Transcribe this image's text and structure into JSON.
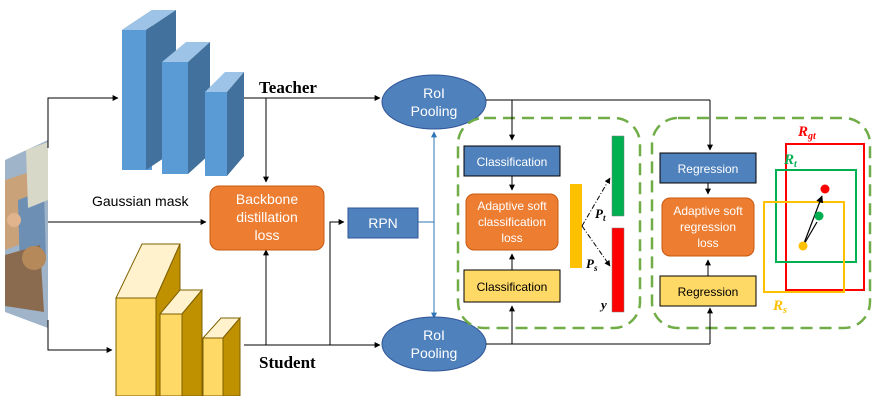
{
  "labels": {
    "teacher": "Teacher",
    "student": "Student",
    "gaussian_mask": "Gaussian mask",
    "backbone_line1": "Backbone",
    "backbone_line2": "distillation",
    "backbone_line3": "loss",
    "rpn": "RPN",
    "roi_top_line1": "RoI",
    "roi_top_line2": "Pooling",
    "roi_bottom_line1": "RoI",
    "roi_bottom_line2": "Pooling",
    "cls_top": "Classification",
    "cls_bottom": "Classification",
    "adaptive_cls_line1": "Adaptive soft",
    "adaptive_cls_line2": "classification",
    "adaptive_cls_line3": "loss",
    "reg_top": "Regression",
    "reg_bottom": "Regression",
    "adaptive_reg_line1": "Adaptive soft",
    "adaptive_reg_line2": "regression",
    "adaptive_reg_line3": "loss",
    "pt_main": "P",
    "pt_sub": "t",
    "ps_main": "P",
    "ps_sub": "s",
    "y": "y",
    "rgt_main": "R",
    "rgt_sub": "gt",
    "rt_main": "R",
    "rt_sub": "t",
    "rs_main": "R",
    "rs_sub": "s"
  },
  "colors": {
    "teacher_blocks": "#5b9bd5",
    "student_blocks": "#ffd966",
    "orange_box": "#ed7d31",
    "blue_box": "#4f81bd",
    "yellow_box": "#ffd966",
    "ellipse": "#4f81bd",
    "dashed_border": "#70ad47",
    "green_bar": "#00b050",
    "red_bar": "#ff0000",
    "yellow_bar": "#ffc000",
    "rgt": "#ff0000",
    "rt": "#00b050",
    "rs": "#ffc000"
  }
}
